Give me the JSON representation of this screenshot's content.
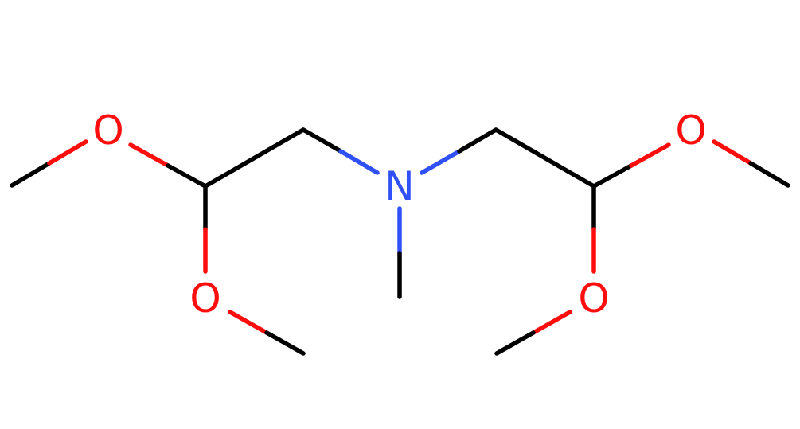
{
  "molecule": {
    "atoms": {
      "o1": {
        "label": "O",
        "color": "#ff0d0d"
      },
      "o2": {
        "label": "O",
        "color": "#ff0d0d"
      },
      "n": {
        "label": "N",
        "color": "#3050f8"
      },
      "o3": {
        "label": "O",
        "color": "#ff0d0d"
      },
      "o4": {
        "label": "O",
        "color": "#ff0d0d"
      }
    },
    "colors": {
      "carbon": "#000000",
      "oxygen": "#ff0d0d",
      "nitrogen": "#3050f8",
      "background": "#ffffff"
    }
  }
}
